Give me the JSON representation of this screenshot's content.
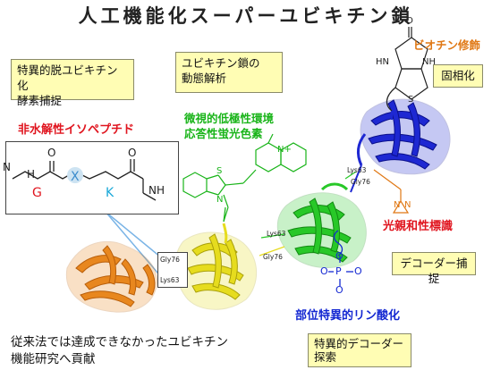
{
  "title": "人工機能化スーパーユビキチン鎖",
  "callouts": {
    "deubiquitinase": [
      "特異的脱ユビキチン化",
      "酵素捕捉"
    ],
    "dynamics": [
      "ユビキチン鎖の",
      "動態解析"
    ],
    "solid_phase": "固相化",
    "decoder_capture": "デコーダー捕捉",
    "specific_decoder": [
      "特異的デコーダー",
      "探索"
    ]
  },
  "labels": {
    "nonhydrolyzable": "非水解性イソペプチド",
    "fluorescent": [
      "微視的低極性環境",
      "応答性蛍光色素"
    ],
    "biotin": "ビオチン修飾",
    "photoaffinity": "光親和性標識",
    "phosphorylation": "部位特異的リン酸化"
  },
  "structure": {
    "residue_g": "G",
    "residue_x": "X",
    "residue_k": "K",
    "atom_n": "N",
    "atom_h": "H",
    "atom_o": "O",
    "atom_s": "S",
    "atom_p": "P",
    "n_plus": "N+",
    "minus": "−",
    "hn": "HN",
    "nh": "NH"
  },
  "residues": {
    "gly76": "Gly76",
    "lys63": "Lys63"
  },
  "footer": [
    "従来法では達成できなかったユビキチン",
    "機能研究へ貢献"
  ],
  "colors": {
    "red": "#e0141e",
    "green": "#19b419",
    "blue": "#1428d2",
    "orange_label": "#e07814",
    "callout_bg": "#fffdb4",
    "protein_orange": "#e8871e",
    "protein_yellow": "#e6dc1e",
    "protein_green": "#28c828",
    "protein_blue": "#1e28d2"
  }
}
